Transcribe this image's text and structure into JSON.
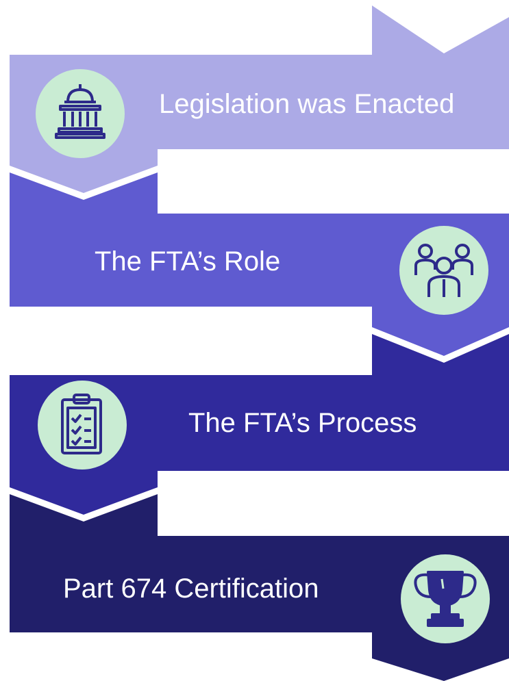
{
  "steps": [
    {
      "label": "Legislation was Enacted",
      "icon": "capitol-building-icon",
      "color": "#acaae6"
    },
    {
      "label": "The FTA’s Role",
      "icon": "team-people-icon",
      "color": "#5f5bd0"
    },
    {
      "label": "The FTA’s Process",
      "icon": "clipboard-checklist-icon",
      "color": "#302a9c"
    },
    {
      "label": "Part 674 Certification",
      "icon": "trophy-icon",
      "color": "#211f6a"
    }
  ],
  "colors": {
    "icon_circle": "#c9ecd3",
    "icon_stroke": "#2d2a8a",
    "background": "#ffffff"
  }
}
